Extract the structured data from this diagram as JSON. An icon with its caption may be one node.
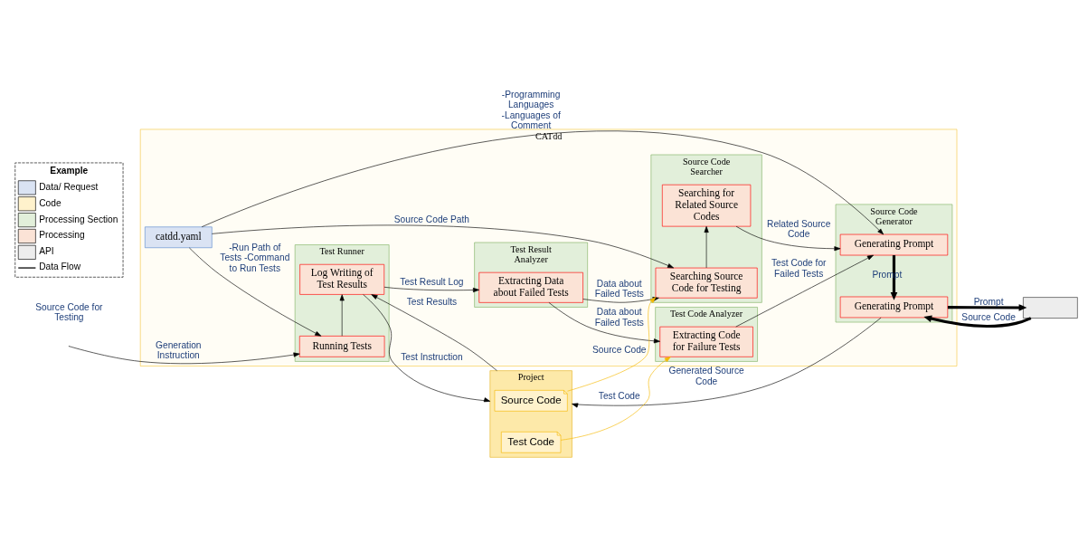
{
  "diagram": {
    "nodes": [
      {
        "text": [
          "CATdd"
        ]
      },
      {
        "text": [
          "catdd.yaml"
        ],
        "in": 0
      },
      {
        "text": [
          "Test Runner"
        ],
        "in": 0
      },
      {
        "text": [
          "Running Tests"
        ],
        "in": 2
      },
      {
        "text": [
          "Log Writing of Test Results"
        ],
        "in": 2
      },
      {
        "text": [
          "Test Result Analyzer"
        ],
        "in": 0
      },
      {
        "text": [
          "Extracting Data about Failed Tests"
        ],
        "in": 5
      },
      {
        "text": [
          "Source Code Searcher"
        ],
        "in": 0
      },
      {
        "text": [
          "Searching Source Code for Testing"
        ],
        "in": 7
      },
      {
        "text": [
          "Searching for Related Source Codes"
        ],
        "in": 7
      },
      {
        "text": [
          "Test Code Analyzer"
        ],
        "in": 0
      },
      {
        "text": [
          "Extracting Code for Failure Tests"
        ],
        "in": 10
      },
      {
        "text": [
          "Source Code Generator"
        ],
        "in": 0
      },
      {
        "text": [
          "Generating Prompt"
        ],
        "in": 12
      },
      {
        "text": [
          "Generating Prompt"
        ],
        "in": 12
      },
      {
        "text": [],
        "shape": "box"
      },
      {
        "text": [
          "Project"
        ]
      },
      {
        "text": [
          "Source Code"
        ],
        "in": 16
      },
      {
        "text": [
          "Test Code"
        ],
        "in": 16
      }
    ],
    "edges": [
      {
        "from": 1,
        "to": 3,
        "arrow": "to",
        "label": "-Run Path of Tests -Command to Run Tests"
      },
      {
        "from": 1,
        "to": 8,
        "arrow": "to",
        "label": "Source Code Path"
      },
      {
        "from": 1,
        "to": 13,
        "arrow": "to",
        "label": "-Programming Languages -Languages of Comment"
      },
      {
        "from": null,
        "to": 3,
        "arrow": "to",
        "label": "Generation Instruction"
      },
      {
        "from": 3,
        "to": 4,
        "arrow": "to"
      },
      {
        "from": 4,
        "to": 6,
        "arrow": "to",
        "label": "Test Result Log"
      },
      {
        "from": 6,
        "to": 8,
        "arrow": "to",
        "label": "Data about Failed Tests"
      },
      {
        "from": 6,
        "to": 11,
        "arrow": "to",
        "label": "Data about Failed Tests"
      },
      {
        "from": 17,
        "to": 8,
        "arrow": "to",
        "label": "Source Code",
        "color": "#f5b800"
      },
      {
        "from": 8,
        "to": 9,
        "arrow": "to"
      },
      {
        "from": 9,
        "to": 13,
        "arrow": "to",
        "label": "Related Source Code"
      },
      {
        "from": 11,
        "to": 13,
        "arrow": "to",
        "label": "Test Code for Failed Tests"
      },
      {
        "from": 18,
        "to": 11,
        "arrow": "to",
        "label": "Test Code",
        "color": "#f5b800"
      },
      {
        "from": 13,
        "to": 14,
        "arrow": "to",
        "label": "Prompt",
        "style": "thick"
      },
      {
        "from": 14,
        "to": 15,
        "arrow": "to",
        "label": "Prompt",
        "style": "thick"
      },
      {
        "from": 15,
        "to": 14,
        "arrow": "to",
        "label": "Source Code",
        "style": "thick"
      },
      {
        "from": 14,
        "to": 16,
        "arrow": "to",
        "label": "Generated Source Code"
      },
      {
        "from": 4,
        "to": 16,
        "arrow": "to",
        "label": "Test Instruction"
      },
      {
        "from": 16,
        "to": 4,
        "arrow": "to",
        "label": "Test Results"
      }
    ],
    "labels": [
      "Source Code for Testing",
      "Example"
    ],
    "legend": [
      {
        "text": "Data/ Request",
        "color": "#dae3f3"
      },
      {
        "text": "Code",
        "color": "#fff2cc"
      },
      {
        "text": "Processing Section",
        "color": "#e2efda"
      },
      {
        "text": "Processing",
        "color": "#fbe3d6"
      },
      {
        "text": "API",
        "color": "#ededed"
      },
      {
        "text": "Data Flow"
      }
    ]
  }
}
